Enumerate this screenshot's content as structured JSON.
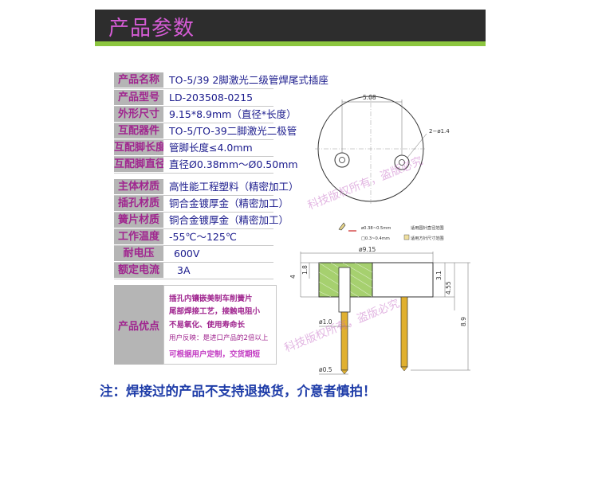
{
  "header": {
    "title": "产品参数"
  },
  "colors": {
    "label_bg": "#b5b5b5",
    "label_text": "#a0258f",
    "value_text": "#1a1a8c",
    "accent_green": "#8cc63f",
    "note_text": "#1e3ca8"
  },
  "specs": [
    {
      "label": "产品名称",
      "value": "TO-5/39 2脚激光二级管焊尾式插座"
    },
    {
      "label": "产品型号",
      "value": "LD-203508-0215"
    },
    {
      "label": "外形尺寸",
      "value": "9.15*8.9mm（直径*长度）"
    },
    {
      "label": "互配器件",
      "value": "TO-5/TO-39二脚激光二极管"
    },
    {
      "label": "互配脚长度",
      "value": "管脚长度≤4.0mm"
    },
    {
      "label": "互配脚直径",
      "value": "直径Ø0.38mm～Ø0.50mm"
    },
    {
      "label": "主体材质",
      "value": "高性能工程塑料（精密加工）"
    },
    {
      "label": "插孔材质",
      "value": "铜合金镀厚金（精密加工）"
    },
    {
      "label": "簧片材质",
      "value": "铜合金镀厚金（精密加工）"
    },
    {
      "label": "工作温度",
      "value": "-55℃～125℃"
    },
    {
      "label": "耐电压",
      "value": "600V"
    },
    {
      "label": "额定电流",
      "value": "3A"
    }
  ],
  "advantages": {
    "label": "产品优点",
    "lines": [
      "插孔内镶嵌美制车削簧片",
      "尾部焊接工艺，接触电阻小",
      "不易氧化、使用寿命长",
      "用户反映：是进口产品的2倍以上",
      "可根据用户定制，交货期短"
    ]
  },
  "drawing": {
    "dim_top": "5.08",
    "dim_hole": "2−ø1.4",
    "dim_dia": "ø9.15",
    "dim_18": "1.8",
    "dim_4": "4",
    "dim_31": "3.1",
    "dim_455": "4.55",
    "dim_89": "8.9",
    "dim_10": "ø1.0",
    "dim_05": "ø0.5",
    "legend1": "ø0.38~0.5mm",
    "legend1b": "适用圆针直径范围",
    "legend2": "□0.3~0.4mm",
    "legend2b": "适用方针尺寸范围",
    "watermark": "科技版权所有，盗版必究"
  },
  "note": "注：焊接过的产品不支持退换货，介意者慎拍！"
}
